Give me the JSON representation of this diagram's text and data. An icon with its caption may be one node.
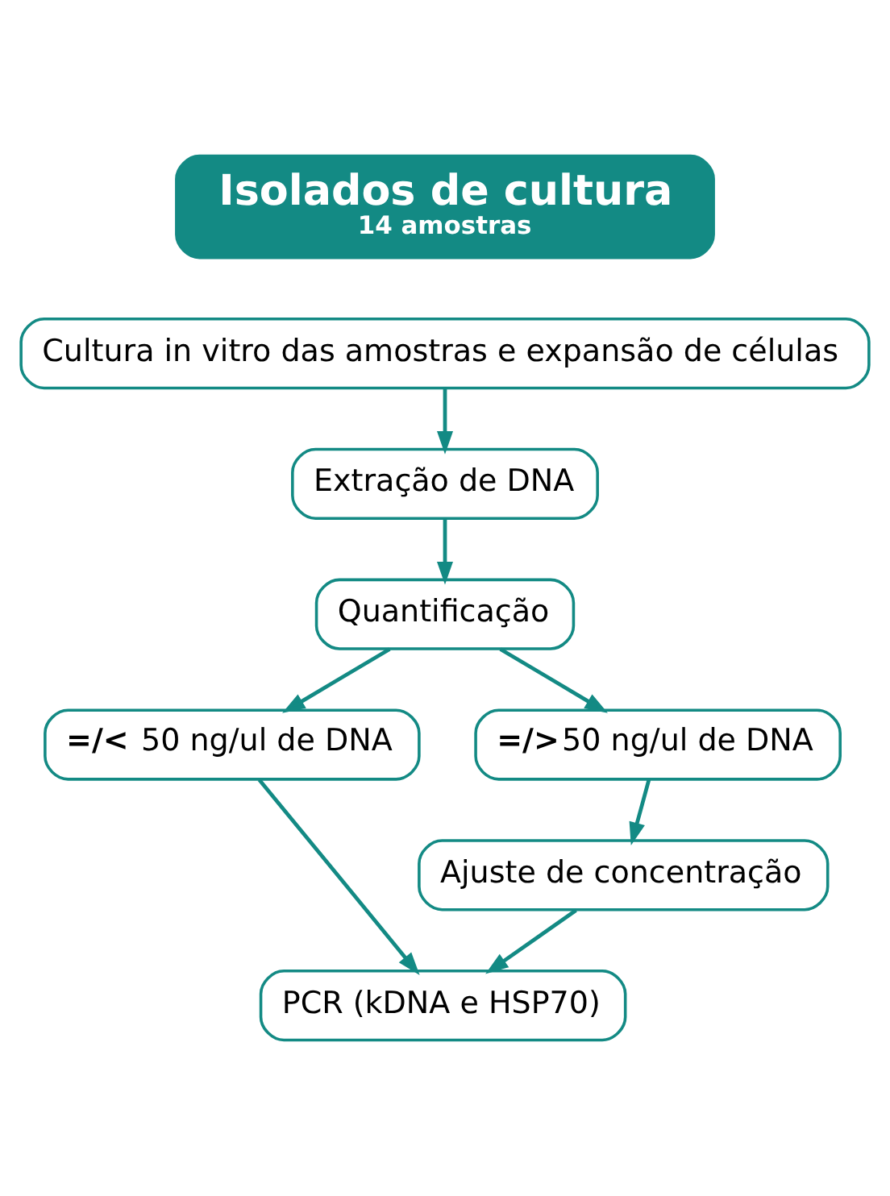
{
  "diagram": {
    "nodes": [
      {
        "text": [
          "Isolados de cultura",
          "14 amostras"
        ]
      },
      {
        "text": [
          "Cultura in vitro das amostras e expansão de células"
        ]
      },
      {
        "text": [
          "Extração de DNA"
        ]
      },
      {
        "text": [
          "Quantificação"
        ]
      },
      {
        "text": [
          "**=/<** 50 ng/ul de DNA"
        ]
      },
      {
        "text": [
          "**=/>**50 ng/ul de DNA"
        ]
      },
      {
        "text": [
          "Ajuste de concentração"
        ]
      },
      {
        "text": [
          "PCR (kDNA e HSP70)"
        ]
      }
    ],
    "edges": [
      {
        "from": 1,
        "to": 2,
        "arrow": "to"
      },
      {
        "from": 2,
        "to": 3,
        "arrow": "to"
      },
      {
        "from": 3,
        "to": 4,
        "arrow": "to"
      },
      {
        "from": 3,
        "to": 5,
        "arrow": "to"
      },
      {
        "from": 5,
        "to": 6,
        "arrow": "to"
      },
      {
        "from": 4,
        "to": 7,
        "arrow": "to"
      },
      {
        "from": 6,
        "to": 7,
        "arrow": "to"
      }
    ]
  }
}
